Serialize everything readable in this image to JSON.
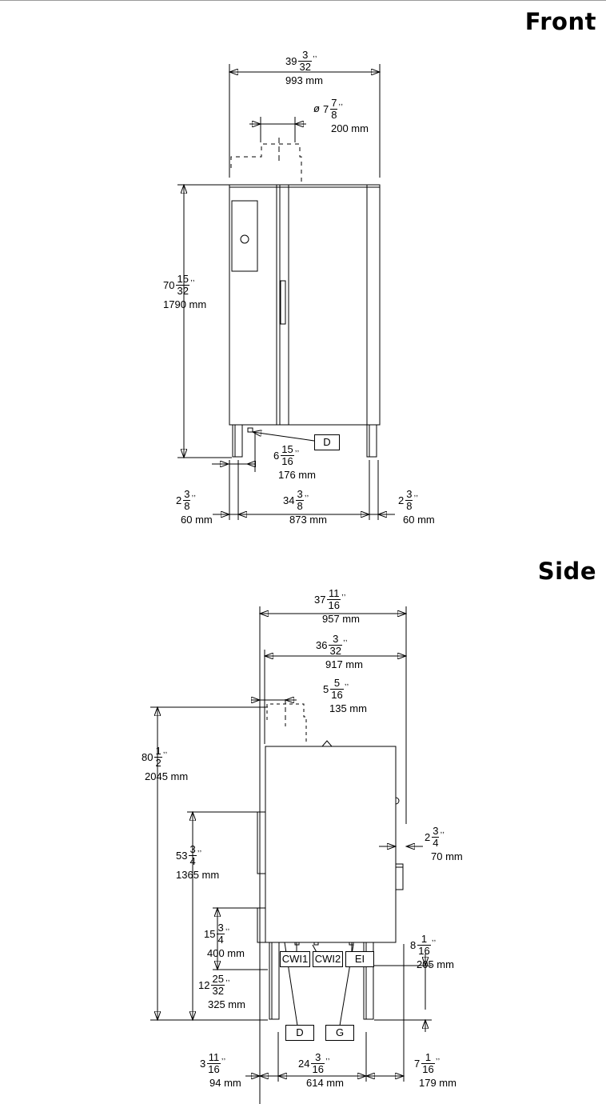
{
  "headings": {
    "front": "Front",
    "side": "Side"
  },
  "front": {
    "width": {
      "whole": "39",
      "num": "3",
      "den": "32",
      "mm": "993 mm"
    },
    "flue": {
      "symbol": "ø",
      "whole": "7",
      "num": "7",
      "den": "8",
      "mm": "200 mm"
    },
    "height": {
      "whole": "70",
      "num": "15",
      "den": "32",
      "mm": "1790 mm"
    },
    "drain": {
      "whole": "6",
      "num": "15",
      "den": "16",
      "mm": "176 mm"
    },
    "foot_left": {
      "whole": "2",
      "num": "3",
      "den": "8",
      "mm": "60 mm"
    },
    "foot_span": {
      "whole": "34",
      "num": "3",
      "den": "8",
      "mm": "873 mm"
    },
    "foot_right": {
      "whole": "2",
      "num": "3",
      "den": "8",
      "mm": "60 mm"
    },
    "tags": {
      "d": "D"
    }
  },
  "side": {
    "depth_total": {
      "whole": "37",
      "num": "11",
      "den": "16",
      "mm": "957 mm"
    },
    "depth_body": {
      "whole": "36",
      "num": "3",
      "den": "32",
      "mm": "917 mm"
    },
    "flue_offset": {
      "whole": "5",
      "num": "5",
      "den": "16",
      "mm": "135 mm"
    },
    "height_total": {
      "whole": "80",
      "num": "1",
      "den": "2",
      "mm": "2045 mm"
    },
    "height_conn": {
      "whole": "53",
      "num": "3",
      "den": "4",
      "mm": "1365 mm"
    },
    "rear_offset": {
      "whole": "2",
      "num": "3",
      "den": "4",
      "mm": "70 mm"
    },
    "height_low": {
      "whole": "15",
      "num": "3",
      "den": "4",
      "mm": "400 mm"
    },
    "height_base": {
      "whole": "12",
      "num": "25",
      "den": "32",
      "mm": "325 mm"
    },
    "height_feet": {
      "whole": "8",
      "num": "1",
      "den": "16",
      "mm": "205 mm"
    },
    "foot_front": {
      "whole": "3",
      "num": "11",
      "den": "16",
      "mm": "94 mm"
    },
    "foot_span": {
      "whole": "24",
      "num": "3",
      "den": "16",
      "mm": "614 mm"
    },
    "foot_rear": {
      "whole": "7",
      "num": "1",
      "den": "16",
      "mm": "179 mm"
    },
    "tags": {
      "cwi1": "CWI1",
      "cwi2": "CWI2",
      "ei": "EI",
      "d": "D",
      "g": "G"
    }
  },
  "colors": {
    "line": "#000000",
    "rule": "#9a9a9a"
  }
}
